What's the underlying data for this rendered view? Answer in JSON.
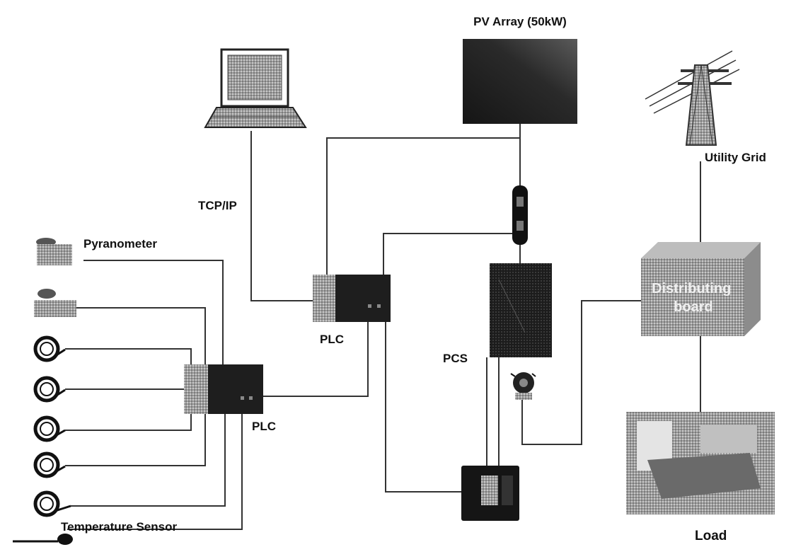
{
  "labels": {
    "pv_array": "PV Array (50kW)",
    "utility_grid": "Utility Grid",
    "tcp_ip": "TCP/IP",
    "pyranometer": "Pyranometer",
    "plc_main": "PLC",
    "plc_sensor": "PLC",
    "pcs": "PCS",
    "distributing_board": "Distributing\nboard",
    "temperature_sensor": "Temperature Sensor",
    "load": "Load"
  },
  "colors": {
    "line": "#333333",
    "dark_box": "#222222",
    "grey_box": "#a9a9a9",
    "background": "#ffffff"
  },
  "icons": [
    "laptop-icon",
    "utility-tower-icon",
    "pyranometer-icon",
    "current-transformer-icon",
    "power-meter-icon",
    "load-machine-icon",
    "thermocouple-icon",
    "temperature-probe-icon",
    "fuse-icon"
  ]
}
